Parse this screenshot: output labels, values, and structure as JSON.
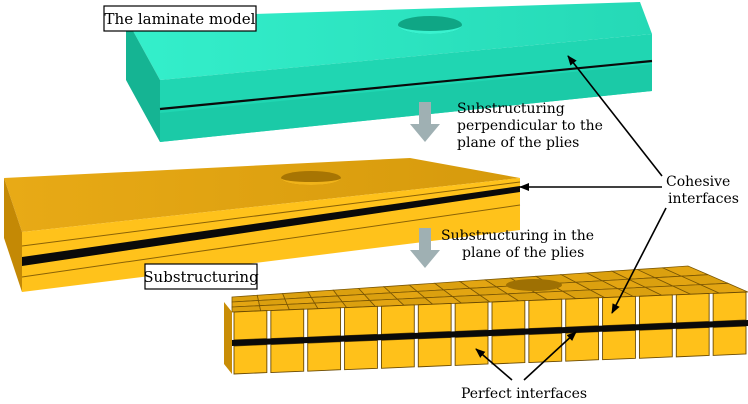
{
  "labels": {
    "laminate_model": "The laminate model",
    "step1": [
      "Substructuring",
      "perpendicular to the",
      "plane of the plies"
    ],
    "step2": [
      "Substructuring in the",
      "plane of the plies"
    ],
    "substructuring": "Substructuring",
    "cohesive": [
      "Cohesive",
      "interfaces"
    ],
    "perfect": "Perfect interfaces"
  },
  "colors": {
    "laminate_top": "#2ee8c4",
    "laminate_front": "#1fd8b4",
    "laminate_side": "#16b898",
    "ply_top": "#e2a413",
    "ply_front": "#ffc11a",
    "ply_side": "#c98d06",
    "interface": "#0a0a0a",
    "step_arrow": "#9fb0b3"
  }
}
